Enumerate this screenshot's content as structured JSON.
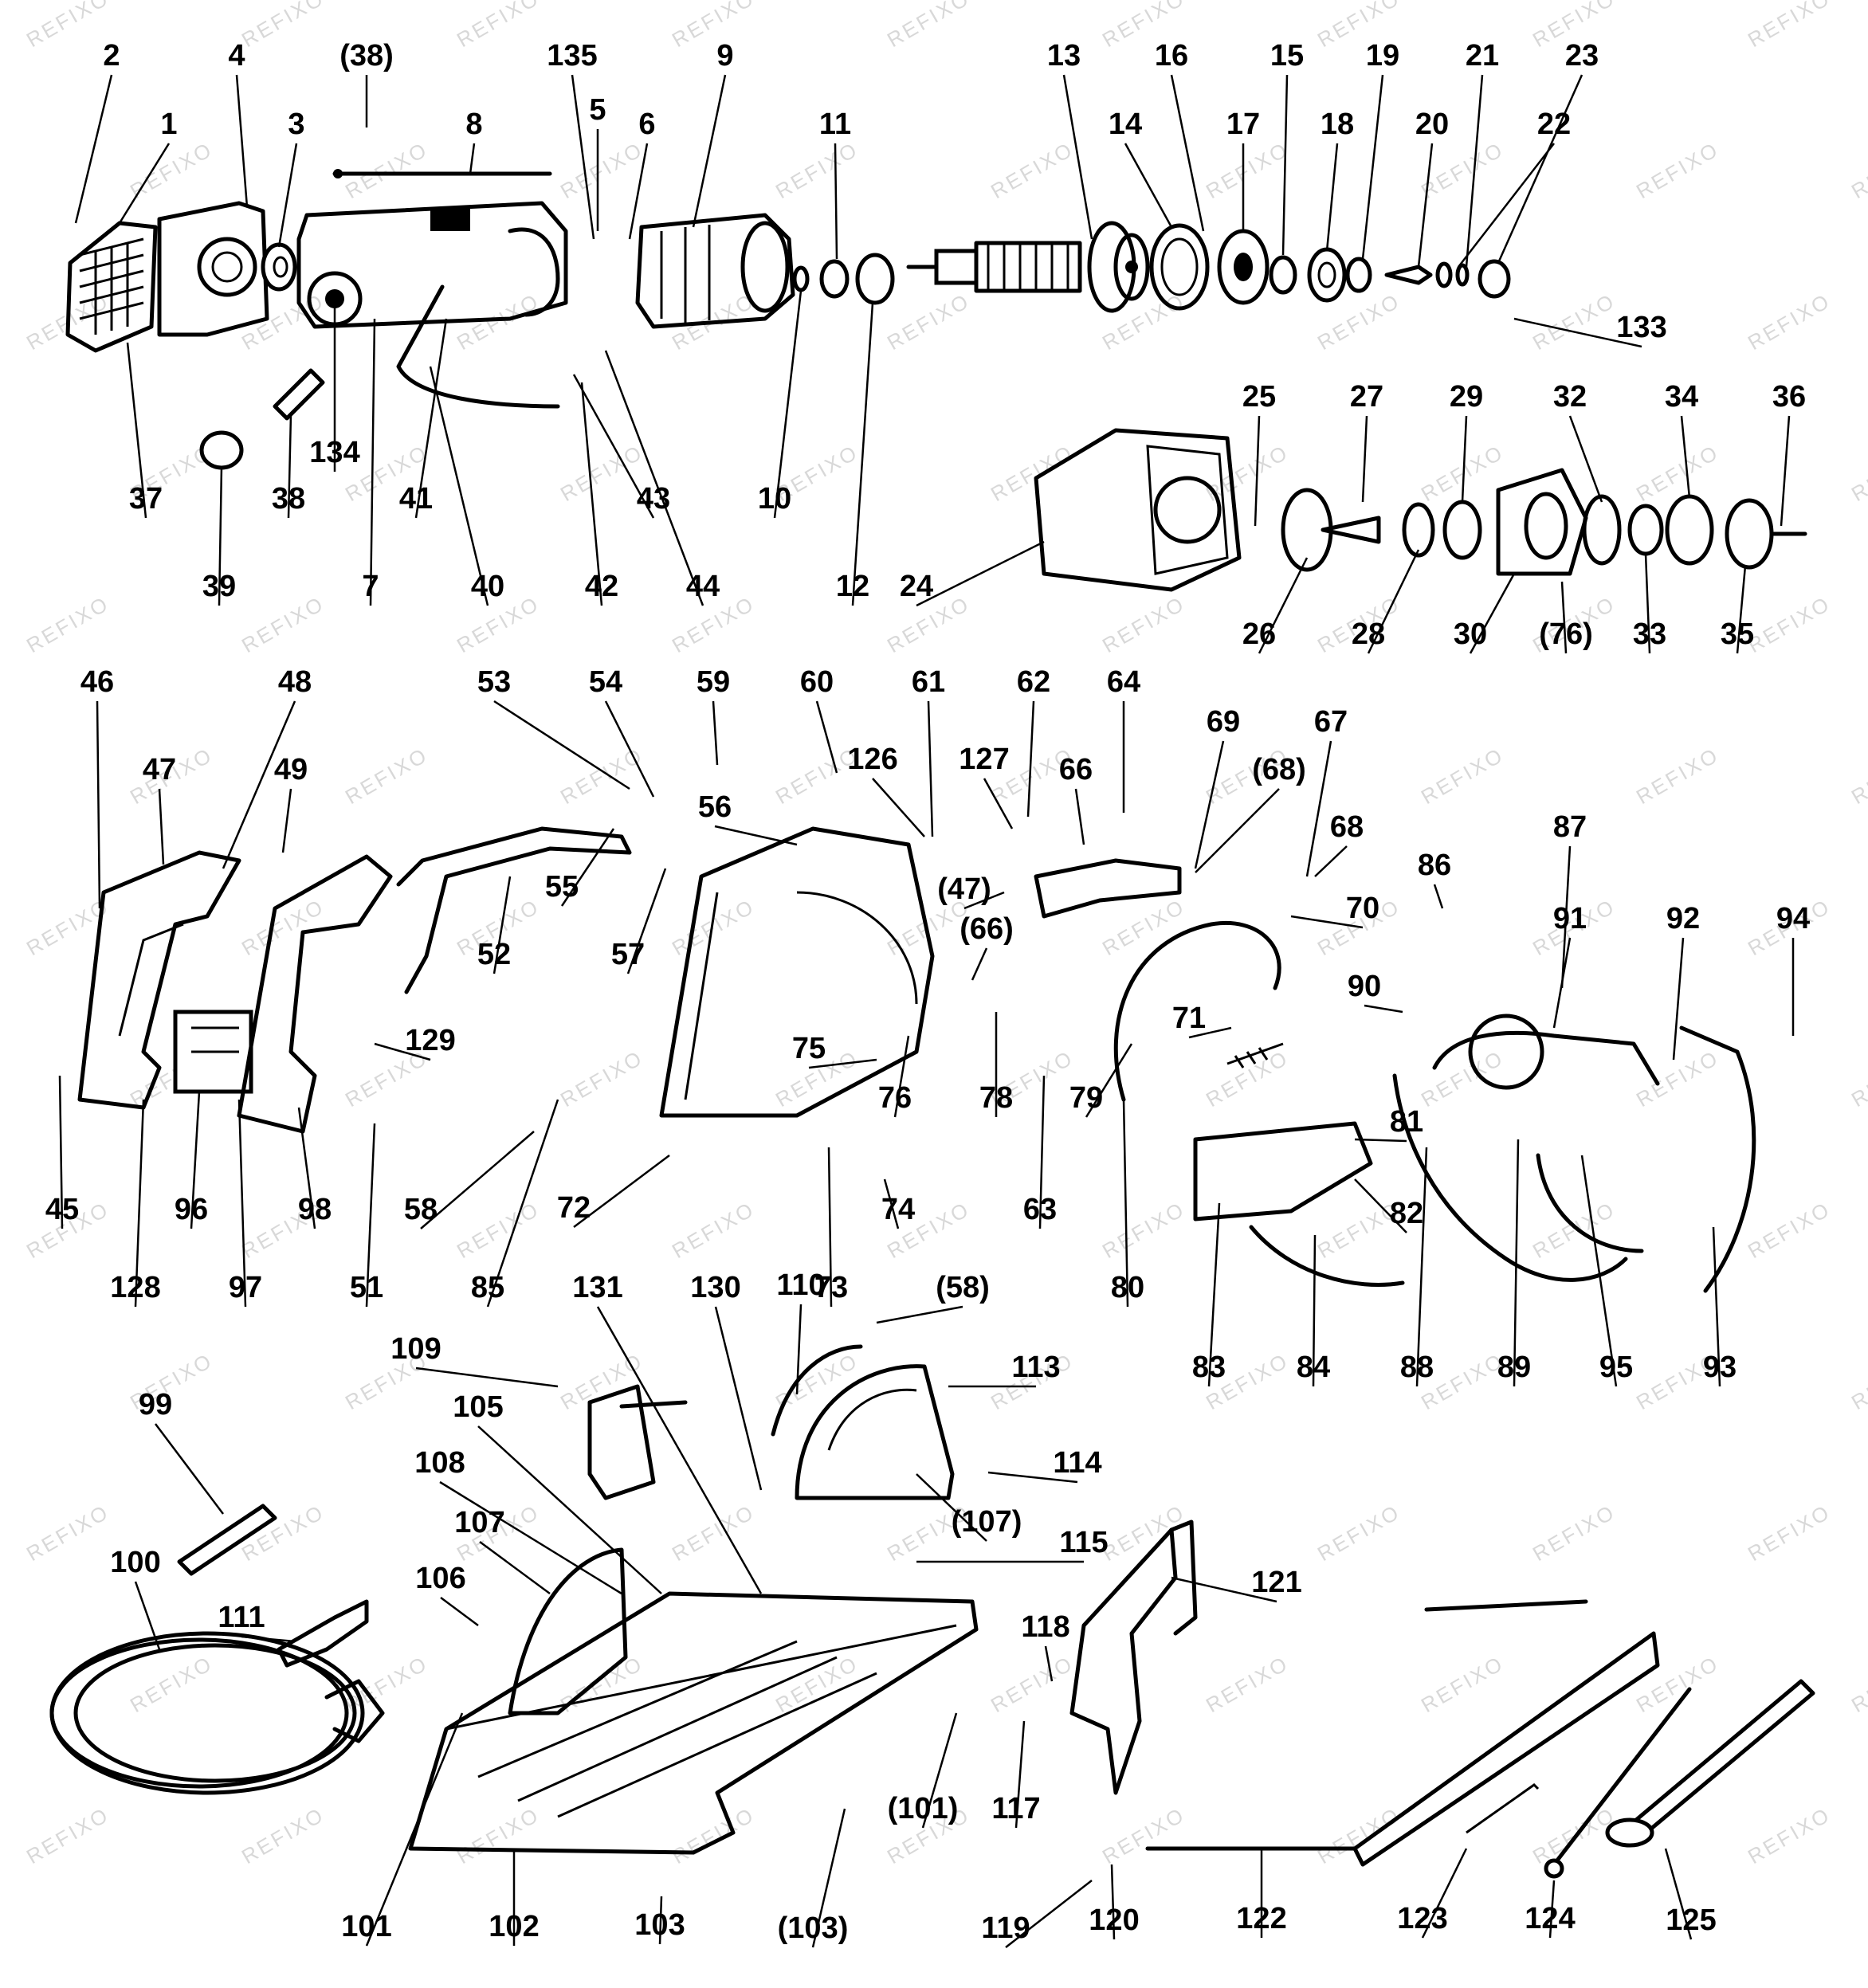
{
  "watermark_text": "REFIXO",
  "part_labels": [
    "2",
    "4",
    "(38)",
    "135",
    "9",
    "13",
    "16",
    "15",
    "19",
    "21",
    "23",
    "1",
    "3",
    "8",
    "5",
    "6",
    "11",
    "14",
    "17",
    "18",
    "20",
    "22",
    "133",
    "37",
    "38",
    "134",
    "41",
    "40",
    "42",
    "43",
    "44",
    "10",
    "12",
    "39",
    "7",
    "25",
    "27",
    "29",
    "32",
    "34",
    "36",
    "24",
    "26",
    "28",
    "30",
    "(76)",
    "33",
    "35",
    "46",
    "48",
    "47",
    "49",
    "53",
    "54",
    "59",
    "60",
    "61",
    "62",
    "64",
    "126",
    "127",
    "66",
    "69",
    "(68)",
    "67",
    "68",
    "56",
    "55",
    "52",
    "57",
    "(47)",
    "(66)",
    "70",
    "86",
    "87",
    "91",
    "92",
    "94",
    "71",
    "90",
    "75",
    "76",
    "78",
    "79",
    "129",
    "96",
    "45",
    "128",
    "97",
    "98",
    "51",
    "58",
    "85",
    "72",
    "73",
    "74",
    "63",
    "80",
    "81",
    "82",
    "83",
    "84",
    "88",
    "89",
    "95",
    "93",
    "131",
    "130",
    "110",
    "(58)",
    "113",
    "109",
    "105",
    "108",
    "107",
    "106",
    "99",
    "100",
    "111",
    "114",
    "(107)",
    "115",
    "121",
    "118",
    "101",
    "102",
    "103",
    "(103)",
    "(101)",
    "117",
    "119",
    "120",
    "122",
    "123",
    "124",
    "125"
  ]
}
